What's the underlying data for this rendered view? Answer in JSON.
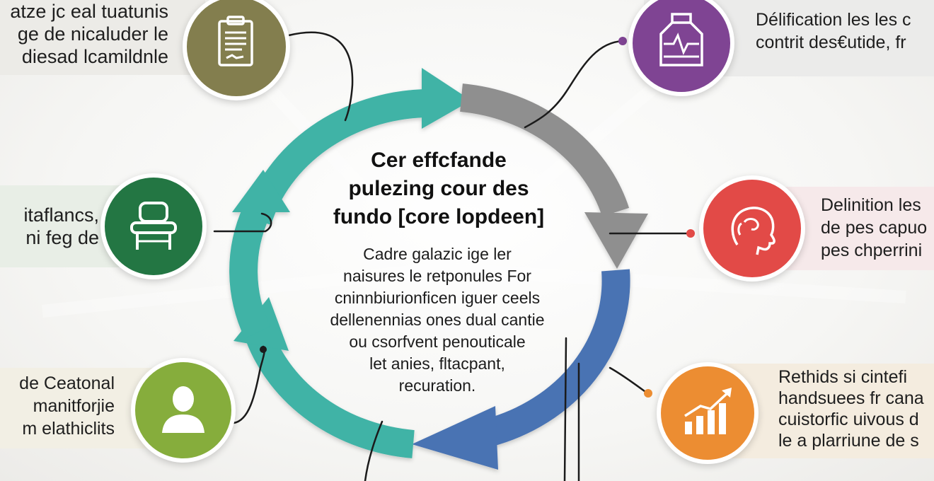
{
  "center": {
    "title_lines": [
      "Cer effcfande",
      "pulezing cour des",
      "fundo [core lopdeen]"
    ],
    "body_lines": [
      "Cadre galazic ige ler",
      "naisures le retponules For",
      "cninnbiurionficen iguer ceels",
      "dellenennias ones dual cantie",
      "ou csorfvent penouticale",
      "let anies, fltacpant,",
      "recuration."
    ]
  },
  "panels": {
    "top_left": {
      "lines": [
        "atze jc eal tuatunis",
        "ge de nicaluder le",
        "diesad lcamildnle"
      ],
      "icon": "clipboard-icon",
      "color": "#837e4e"
    },
    "middle_left": {
      "lines": [
        "itaflancs,",
        "ni feg de"
      ],
      "icon": "chair-icon",
      "color": "#237643"
    },
    "bottom_left": {
      "lines": [
        "de Ceatonal",
        "manitforjie",
        "m elathiclits"
      ],
      "icon": "person-icon",
      "color": "#86ad3c"
    },
    "top_right": {
      "lines": [
        "Délification les les c",
        "contrit des€utide,  fr"
      ],
      "icon": "jar-pulse-icon",
      "color": "#7f4493"
    },
    "middle_right": {
      "lines": [
        "Delinition les",
        "de pes capuo",
        "pes chperrini"
      ],
      "icon": "head-profile-icon",
      "color": "#e24a47"
    },
    "bottom_right": {
      "lines": [
        "Rethids si cintefi",
        "handsuees fr cana",
        "cuistorfic uivous d",
        "le a plarriune de s"
      ],
      "icon": "bar-chart-growth-icon",
      "color": "#ec8d32"
    }
  },
  "cycle_colors": [
    "#3fb3a6",
    "#8f8f8f",
    "#4a73b3",
    "#3fb3a6"
  ]
}
